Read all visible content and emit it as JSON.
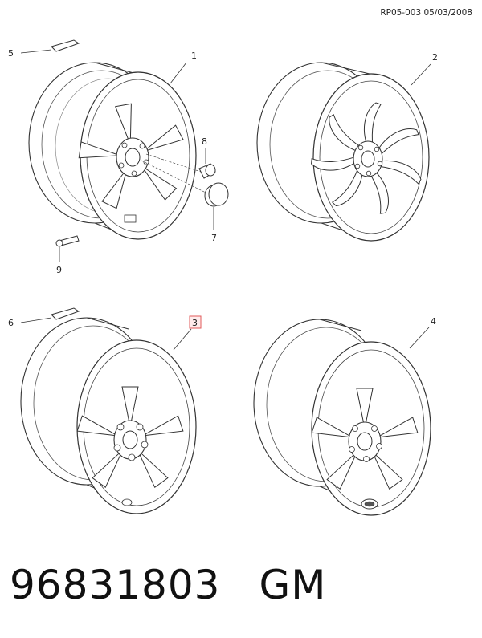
{
  "header": {
    "code": "RP05-003 05/03/2008"
  },
  "callouts": {
    "c1": "1",
    "c2": "2",
    "c3": "3",
    "c4": "4",
    "c5": "5",
    "c6": "6",
    "c7": "7",
    "c8": "8",
    "c9": "9"
  },
  "highlight": {
    "stroke": "#e05a5a",
    "fill": "#ffecec"
  },
  "footer": {
    "part_number": "96831803",
    "brand": "GM"
  }
}
